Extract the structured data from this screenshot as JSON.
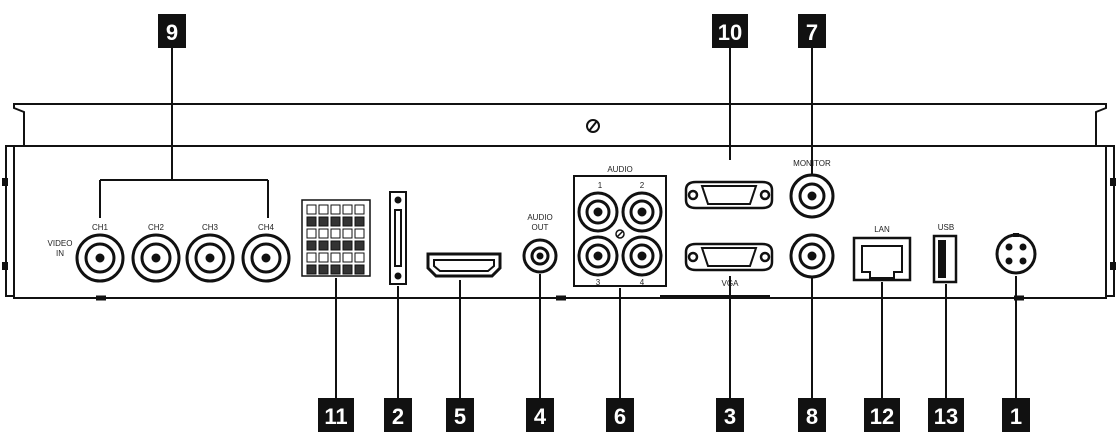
{
  "callouts": {
    "c9": "9",
    "c10": "10",
    "c7": "7",
    "c11": "11",
    "c2": "2",
    "c5": "5",
    "c4": "4",
    "c6": "6",
    "c3": "3",
    "c8": "8",
    "c12": "12",
    "c13": "13",
    "c1": "1"
  },
  "panel_labels": {
    "video_in_1": "VIDEO",
    "video_in_2": "IN",
    "ch1": "CH1",
    "ch2": "CH2",
    "ch3": "CH3",
    "ch4": "CH4",
    "audio_out_1": "AUDIO",
    "audio_out_2": "OUT",
    "audio": "AUDIO",
    "a1": "1",
    "a2": "2",
    "a3": "3",
    "a4": "4",
    "monitor": "MONITOR",
    "vga": "VGA",
    "lan": "LAN",
    "usb": "USB"
  }
}
